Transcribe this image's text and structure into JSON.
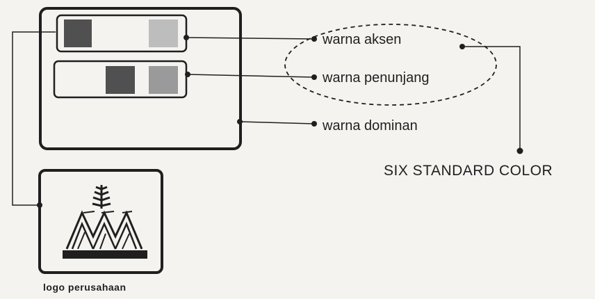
{
  "labels": {
    "accent": "warna aksen",
    "supporting": "warna penunjang",
    "dominant": "warna dominan",
    "logo": "logo perusahaan",
    "standard": "SIX STANDARD COLOR"
  },
  "colors": {
    "line": "#1f1f1f",
    "dark_swatch": "#505050",
    "light_swatch": "#bdbdbd",
    "medium_swatch": "#9a9a9a",
    "background": "#f4f3f0"
  }
}
